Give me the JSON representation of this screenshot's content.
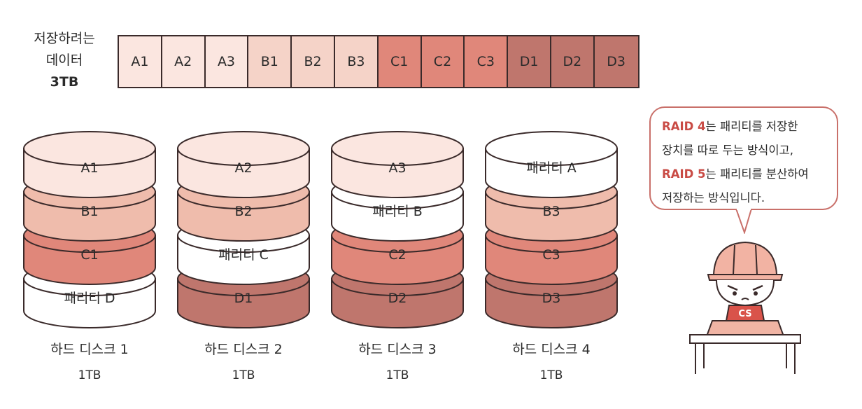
{
  "intro": {
    "line1": "저장하려는",
    "line2": "데이터",
    "line3": "3TB"
  },
  "data_blocks": [
    {
      "label": "A1",
      "color": "#fbe6e0"
    },
    {
      "label": "A2",
      "color": "#fbe6e0"
    },
    {
      "label": "A3",
      "color": "#fbe6e0"
    },
    {
      "label": "B1",
      "color": "#f5d3c8"
    },
    {
      "label": "B2",
      "color": "#f5d3c8"
    },
    {
      "label": "B3",
      "color": "#f5d3c8"
    },
    {
      "label": "C1",
      "color": "#e0877a"
    },
    {
      "label": "C2",
      "color": "#e0877a"
    },
    {
      "label": "C3",
      "color": "#e0877a"
    },
    {
      "label": "D1",
      "color": "#bf766d"
    },
    {
      "label": "D2",
      "color": "#bf766d"
    },
    {
      "label": "D3",
      "color": "#bf766d"
    }
  ],
  "disks": [
    {
      "name": "하드 디스크 1",
      "size": "1TB",
      "layers": [
        {
          "label": "A1",
          "color": "#fbe6e0"
        },
        {
          "label": "B1",
          "color": "#efbcac"
        },
        {
          "label": "C1",
          "color": "#e0877a"
        },
        {
          "label": "패리티 D",
          "color": "#ffffff"
        }
      ]
    },
    {
      "name": "하드 디스크 2",
      "size": "1TB",
      "layers": [
        {
          "label": "A2",
          "color": "#fbe6e0"
        },
        {
          "label": "B2",
          "color": "#efbcac"
        },
        {
          "label": "패리티 C",
          "color": "#ffffff"
        },
        {
          "label": "D1",
          "color": "#bf766d"
        }
      ]
    },
    {
      "name": "하드 디스크 3",
      "size": "1TB",
      "layers": [
        {
          "label": "A3",
          "color": "#fbe6e0"
        },
        {
          "label": "패리티 B",
          "color": "#ffffff"
        },
        {
          "label": "C2",
          "color": "#e0877a"
        },
        {
          "label": "D2",
          "color": "#bf766d"
        }
      ]
    },
    {
      "name": "하드 디스크 4",
      "size": "1TB",
      "layers": [
        {
          "label": "패리티 A",
          "color": "#ffffff"
        },
        {
          "label": "B3",
          "color": "#efbcac"
        },
        {
          "label": "C3",
          "color": "#e0877a"
        },
        {
          "label": "D3",
          "color": "#bf766d"
        }
      ]
    }
  ],
  "bubble": {
    "l1_hl": "RAID 4",
    "l1_rest": "는 패리티를 저장한",
    "l2": "장치를 따로 두는 방식이고,",
    "l3_hl": "RAID 5",
    "l3_rest": "는 패리티를 분산하여",
    "l4": "저장하는 방식입니다."
  },
  "character": {
    "badge": "CS"
  },
  "colors": {
    "outline": "#3a2a2a",
    "highlight": "#c94b45",
    "bubble_border": "#c9706a"
  }
}
